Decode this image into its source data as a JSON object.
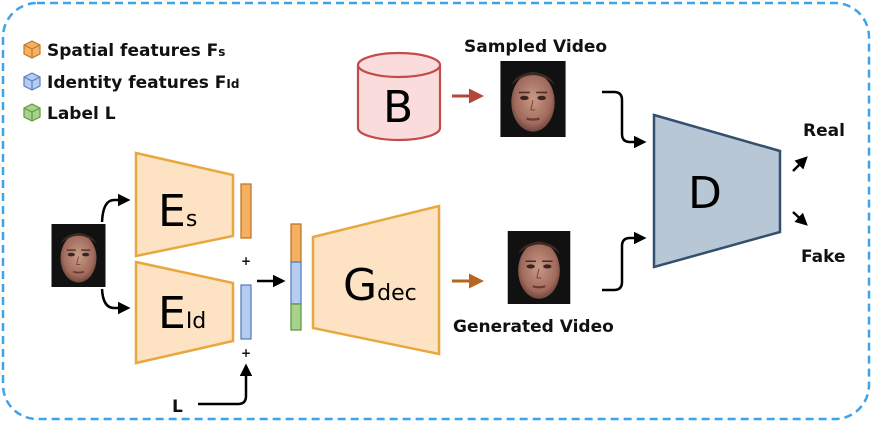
{
  "legend": {
    "spatial": "Spatial features F",
    "spatial_sub": "s",
    "identity": "Identity features F",
    "identity_sub": "Id",
    "label": "Label L"
  },
  "encoders": {
    "spatial_main": "E",
    "spatial_sub": "s",
    "identity_main": "E",
    "identity_sub": "Id"
  },
  "generator": {
    "main": "G",
    "sub": "dec"
  },
  "bank": {
    "label": "B"
  },
  "discriminator": {
    "label": "D"
  },
  "captions": {
    "sampled": "Sampled Video",
    "generated": "Generated Video"
  },
  "outputs": {
    "real": "Real",
    "fake": "Fake"
  },
  "label_input": "L",
  "plus": "+",
  "colors": {
    "encoder_fill": "#fde3c4",
    "encoder_stroke": "#e8a83e",
    "spatial_feature": "#f5b062",
    "identity_feature": "#b5cbef",
    "label_feature": "#a9d18e",
    "bank_fill": "#fbdcdc",
    "bank_stroke": "#c24b4b",
    "disc_fill": "#b8c7d5",
    "disc_stroke": "#33506e",
    "border": "#3ea3e8",
    "sampled_arrow": "#b5473a",
    "generated_arrow": "#b5651d"
  }
}
